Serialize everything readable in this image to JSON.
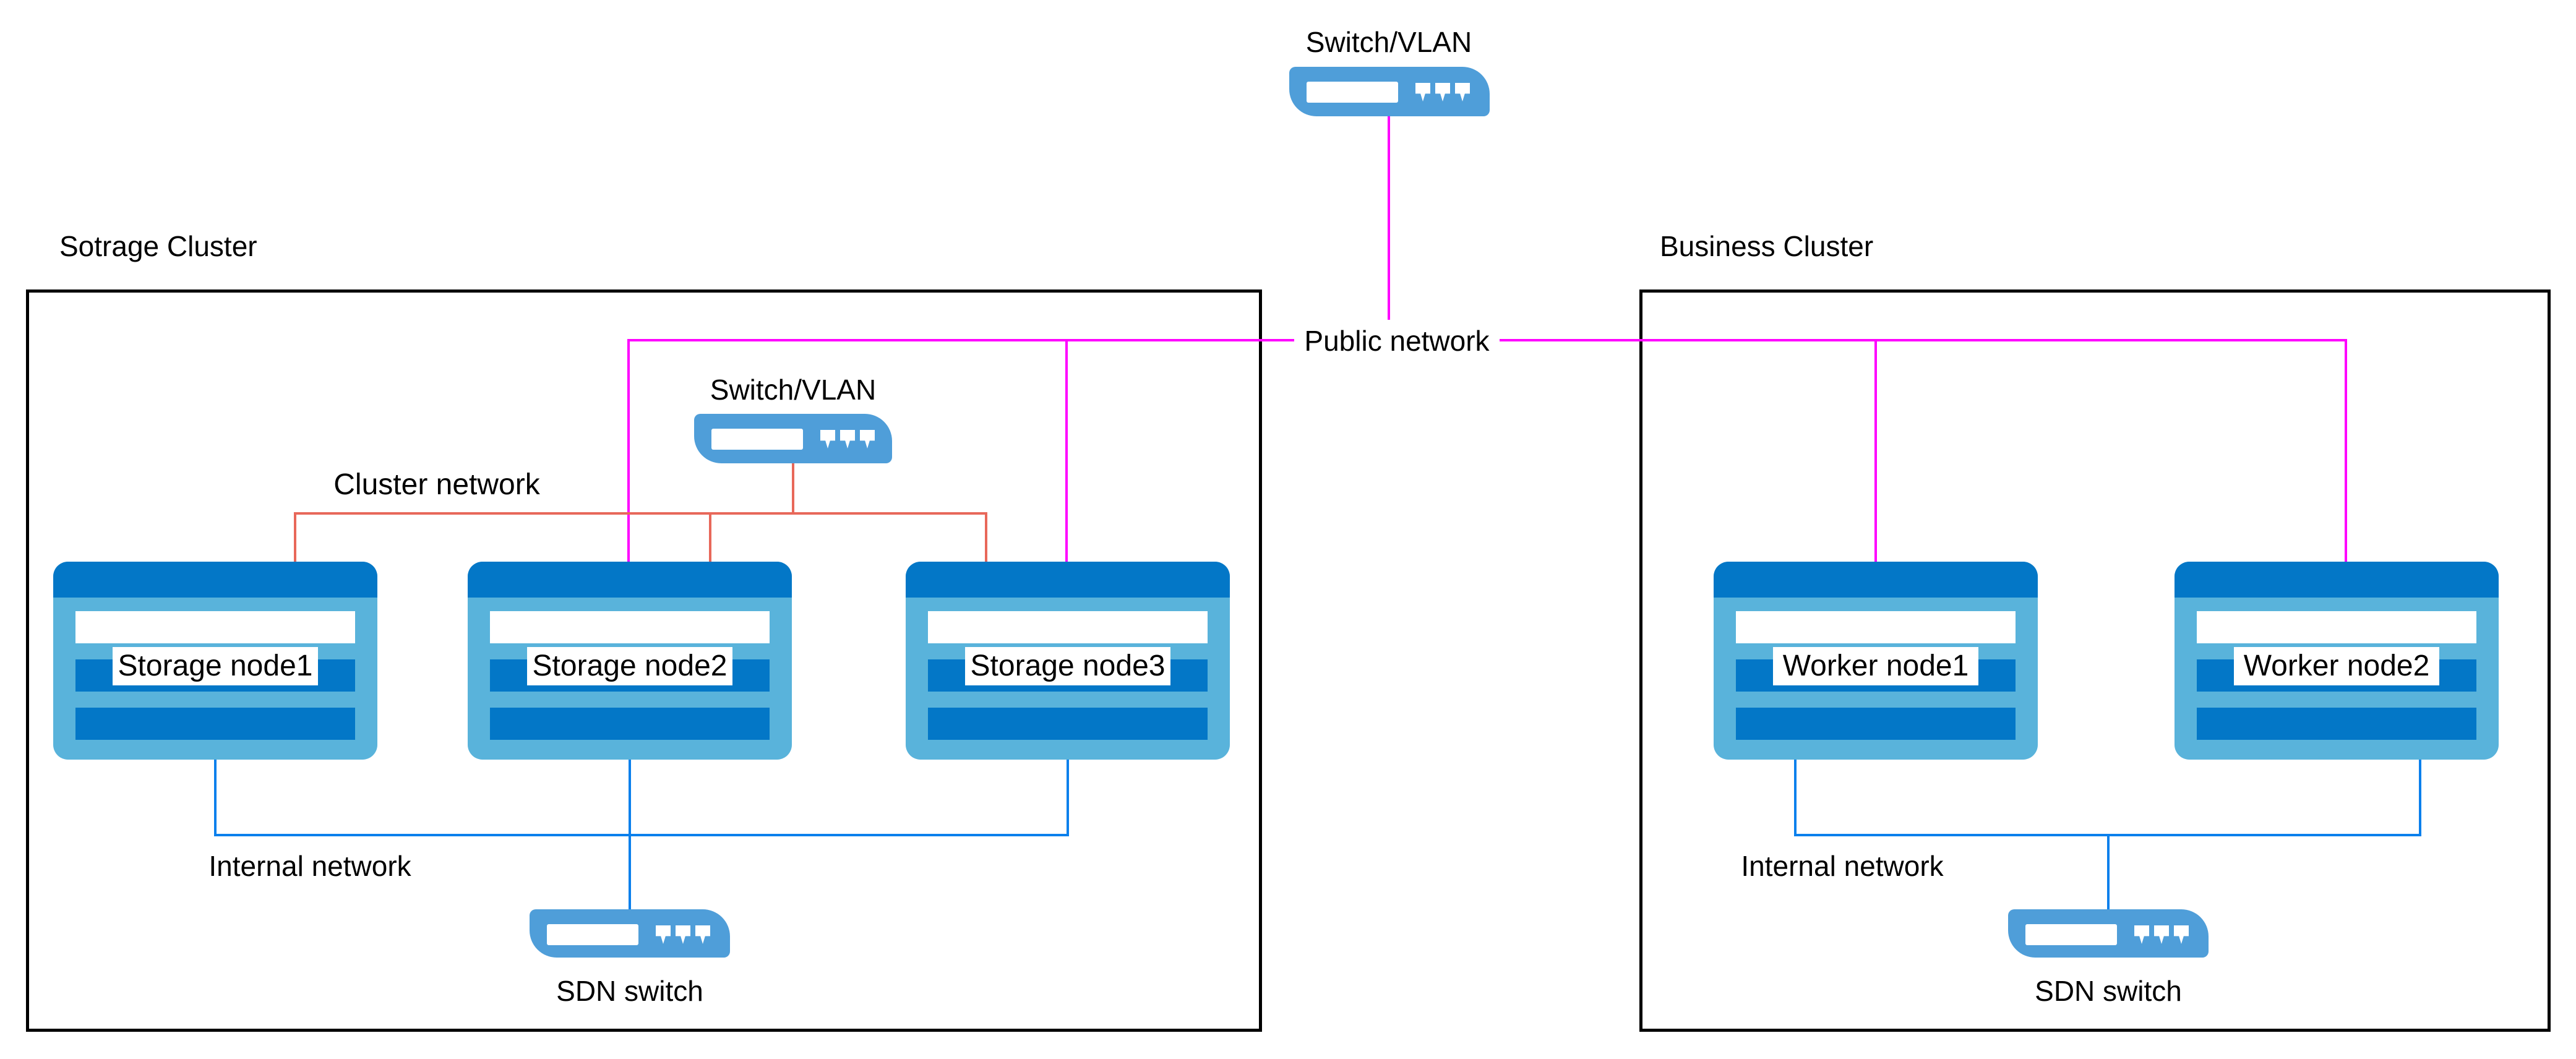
{
  "top_switch": {
    "label": "Switch/VLAN"
  },
  "public_network": {
    "label": "Public network"
  },
  "storage_cluster": {
    "title": "Sotrage Cluster",
    "switch_label": "Switch/VLAN",
    "cluster_network_label": "Cluster network",
    "internal_network_label": "Internal network",
    "sdn_switch_label": "SDN switch",
    "nodes": [
      {
        "label": "Storage node1"
      },
      {
        "label": "Storage node2"
      },
      {
        "label": "Storage node3"
      }
    ]
  },
  "business_cluster": {
    "title": "Business Cluster",
    "internal_network_label": "Internal network",
    "sdn_switch_label": "SDN switch",
    "nodes": [
      {
        "label": "Worker node1"
      },
      {
        "label": "Worker node2"
      }
    ]
  },
  "colors": {
    "magenta": "#FF00FF",
    "red": "#E8685A",
    "blue": "#0B80EC",
    "node_header": "#0377C7",
    "node_body": "#59B3DB",
    "switch_fill": "#4F9ED9",
    "border": "#000000",
    "label_color": "#000000"
  }
}
